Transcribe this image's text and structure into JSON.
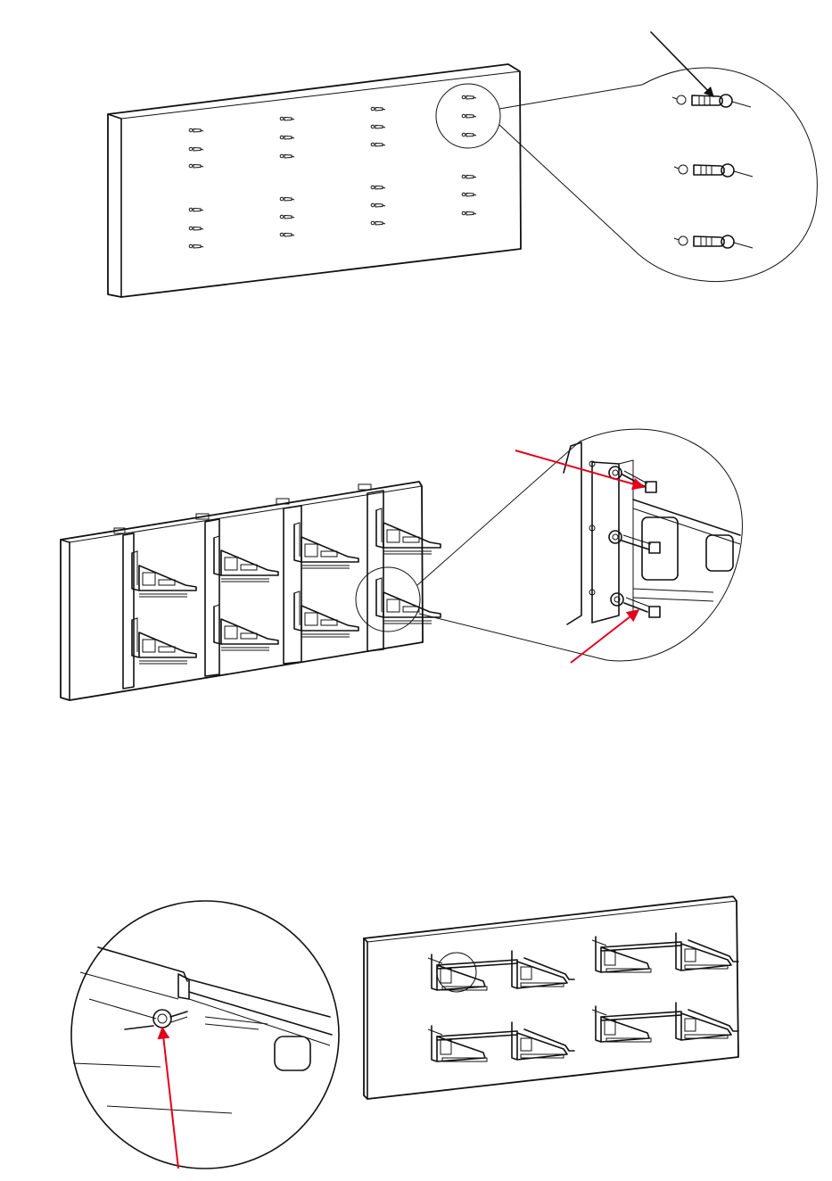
{
  "steps": [
    {
      "id": "step-1",
      "description_visible": false,
      "panel_rows": 1,
      "callout": "anchor-detail"
    },
    {
      "id": "step-2",
      "description_visible": false,
      "callout": "bolt-detail"
    },
    {
      "id": "step-3",
      "description_visible": false,
      "callout": "screw-detail"
    }
  ],
  "colors": {
    "line": "#111111",
    "arrow_red": "#e3001b",
    "background": "#ffffff"
  },
  "icons": {
    "anchor": "wall-anchor-icon",
    "bolt": "hex-bolt-icon",
    "screw": "screw-icon",
    "bracket": "shelf-bracket-icon"
  }
}
